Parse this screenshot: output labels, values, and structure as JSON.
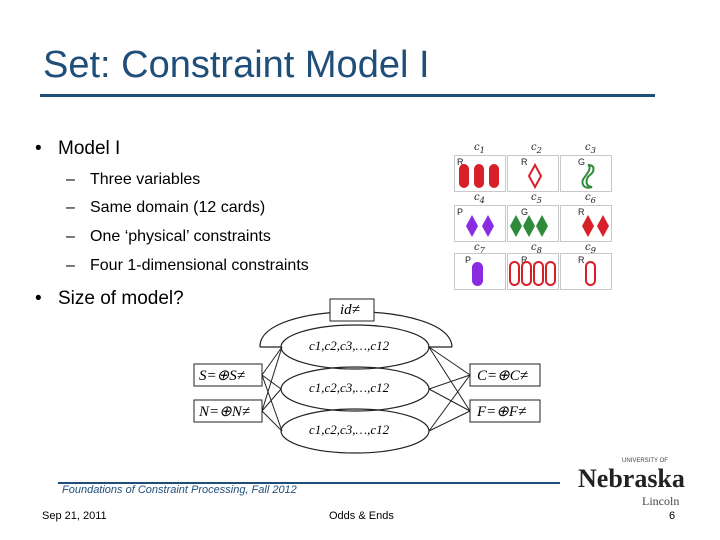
{
  "slide": {
    "title": "Set: Constraint Model I",
    "bullets": [
      {
        "dot": "•",
        "text": "Model I"
      },
      {
        "dot": "•",
        "text": "Size of model?"
      }
    ],
    "subbullets": [
      {
        "dash": "–",
        "text": "Three variables"
      },
      {
        "dash": "–",
        "text": "Same domain (12 cards)"
      },
      {
        "dash": "–",
        "text": "One ‘physical’ constraints"
      },
      {
        "dash": "–",
        "text": "Four 1-dimensional constraints"
      }
    ]
  },
  "cards": [
    {
      "var": "c",
      "sub": "1",
      "letter": "R"
    },
    {
      "var": "c",
      "sub": "2",
      "letter": "R"
    },
    {
      "var": "c",
      "sub": "3",
      "letter": "G"
    },
    {
      "var": "c",
      "sub": "4",
      "letter": "P"
    },
    {
      "var": "c",
      "sub": "5",
      "letter": "G"
    },
    {
      "var": "c",
      "sub": "6",
      "letter": "R"
    },
    {
      "var": "c",
      "sub": "7",
      "letter": "P"
    },
    {
      "var": "c",
      "sub": "8",
      "letter": "R"
    },
    {
      "var": "c",
      "sub": "9",
      "letter": "R"
    }
  ],
  "colors": {
    "red": "#d7202a",
    "green": "#2e8b3a",
    "purple": "#8a2be2",
    "title": "#1f4e79"
  },
  "graph": {
    "top_node": "id≠",
    "left_nodes": [
      "S=⊕S≠",
      "N=⊕N≠"
    ],
    "right_nodes": [
      "C=⊕C≠",
      "F=⊕F≠"
    ],
    "domain_labels": [
      "c1,c2,c3,…,c12",
      "c1,c2,c3,…,c12",
      "c1,c2,c3,…,c12"
    ]
  },
  "footer": {
    "course": "Foundations of Constraint Processing, Fall 2012",
    "date": "Sep 21, 2011",
    "center": "Odds & Ends",
    "page": "6",
    "logo_text": "Nebraska",
    "logo_top": "UNIVERSITY OF",
    "logo_bottom": "Lincoln"
  }
}
